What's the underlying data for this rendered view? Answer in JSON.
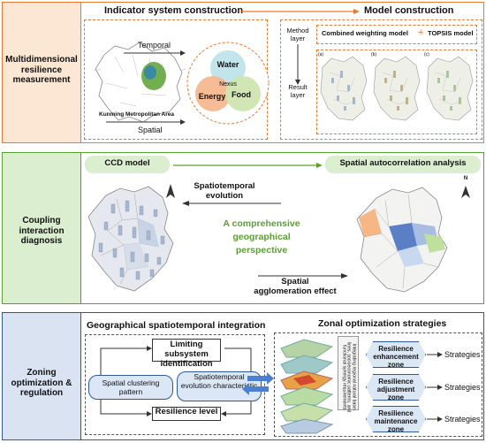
{
  "colors": {
    "orange": "#e97a32",
    "orange_light": "#fbe7d3",
    "green": "#5aa031",
    "green_light": "#dbeed0",
    "blue": "#2e5a96",
    "blue_light": "#d9e3f2",
    "water": "#bfe3ea",
    "energy": "#f4b890",
    "food": "#cfe5b0",
    "hex_fill": "#dbe7f5",
    "arrow_blue": "#4c7fd1"
  },
  "section1": {
    "label": "Multidimensional resilience measurement",
    "indicator_title": "Indicator system construction",
    "model_title": "Model construction",
    "temporal": "Temporal",
    "spatial": "Spatial",
    "area_label": "Kunming Metropolitan Area",
    "nexus": {
      "water": "Water",
      "energy": "Energy",
      "food": "Food",
      "center": "Nexus"
    },
    "method_layer": "Method layer",
    "result_layer": "Result layer",
    "combined_model": "Combined weighting model",
    "plus": "+",
    "topsis_model": "TOPSIS model",
    "map_tags": [
      "(a)",
      "(b)",
      "(c)"
    ]
  },
  "section2": {
    "label": "Coupling interaction diagnosis",
    "ccd_model": "CCD model",
    "spatial_auto": "Spatial autocorrelation analysis",
    "spatiotemporal_evolution": "Spatiotemporal evolution",
    "perspective": "A comprehensive geographical perspective",
    "agglomeration": "Spatial agglomeration effect",
    "north": "N"
  },
  "section3": {
    "label": "Zoning optimization & regulation",
    "integration_title": "Geographical spatiotemporal integration",
    "limiting": "Limiting subsystem identification",
    "clustering": "Spatial clustering pattern",
    "spatiotemporal_char": "Spatiotemporal evolution characteristic",
    "resilience_level": "Resilience level",
    "zonal_title": "Zonal optimization strategies",
    "integrating_text": "Integrating regional natural base-lines, socioeconomic patterns, and functional synergy requirements",
    "zones": [
      {
        "name": "Resilience enhancement zone",
        "strategy": "Strategies"
      },
      {
        "name": "Resilience adjustment zone",
        "strategy": "Strategies"
      },
      {
        "name": "Resilience maintenance zone",
        "strategy": "Strategies"
      }
    ]
  }
}
